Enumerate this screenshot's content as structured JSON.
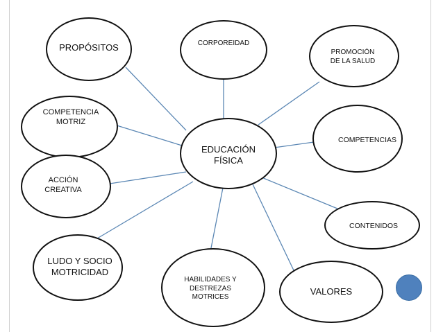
{
  "diagram": {
    "center": {
      "label": "EDUCACIÓN\nFÍSICA"
    },
    "nodes": {
      "propositos": "PROPÓSITOS",
      "corporeidad": "CORPOREIDAD",
      "promocion": "PROMOCIÓN\nDE LA SALUD",
      "competencia_motriz": "COMPETENCIA\nMOTRIZ",
      "competencias": "COMPETENCIAS",
      "accion_creativa": "ACCIÓN\nCREATIVA",
      "contenidos": "CONTENIDOS",
      "ludo": "LUDO Y SOCIO\nMOTRICIDAD",
      "habilidades": "HABILIDADES Y\nDESTREZAS\nMOTRICES",
      "valores": "VALORES"
    }
  },
  "colors": {
    "line": "#5b87b4",
    "border": "#111111",
    "accent_dot": "#4f81bd",
    "frame": "#cfcfcf"
  }
}
